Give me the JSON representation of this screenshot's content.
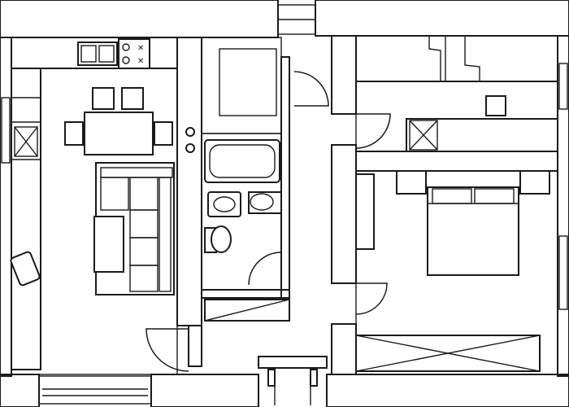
{
  "colors": {
    "wall_ink": "#1a1a1a",
    "paper": "#ffffff",
    "hatch_background": "#f2f2f2",
    "stipple_fill": "#9a9a9a"
  },
  "rooms": [
    {
      "id": "living-kitchen",
      "items": [
        "kitchen-counter",
        "double-sink",
        "four-burner-hob",
        "dining-table",
        "dining-chairs",
        "corner-sofa",
        "coffee-table",
        "armchair",
        "cabinets"
      ]
    },
    {
      "id": "bathroom",
      "items": [
        "bathtub",
        "washbasin",
        "toilet",
        "bidet"
      ]
    },
    {
      "id": "hallway",
      "items": [
        "entry-double-door"
      ]
    },
    {
      "id": "bedroom",
      "items": [
        "double-bed",
        "wardrobe"
      ]
    },
    {
      "id": "study",
      "items": [
        "desk",
        "chair",
        "cabinet"
      ]
    }
  ]
}
